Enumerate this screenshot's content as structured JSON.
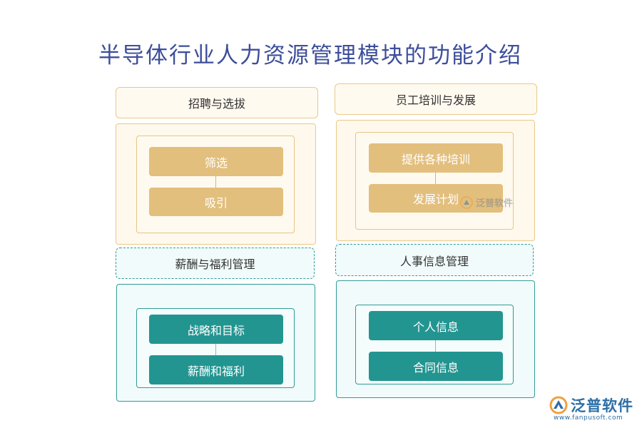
{
  "title": "半导体行业人力资源管理模块的功能介绍",
  "modules": {
    "recruit": {
      "header": "招聘与选拔",
      "items": [
        "筛选",
        "吸引"
      ]
    },
    "training": {
      "header": "员工培训与发展",
      "items": [
        "提供各种培训",
        "发展计划"
      ]
    },
    "compensation": {
      "header": "薪酬与福利管理",
      "items": [
        "战略和目标",
        "薪酬和福利"
      ]
    },
    "personnel": {
      "header": "人事信息管理",
      "items": [
        "个人信息",
        "合同信息"
      ]
    }
  },
  "watermark": "泛普软件",
  "logo": {
    "name": "泛普软件",
    "url": "www.fanpusoft.com"
  },
  "colors": {
    "title": "#3d4e9a",
    "orange_item": "#e3bf7d",
    "teal_item": "#239591",
    "orange_border": "#e8c98a",
    "teal_border": "#2f9c98"
  }
}
